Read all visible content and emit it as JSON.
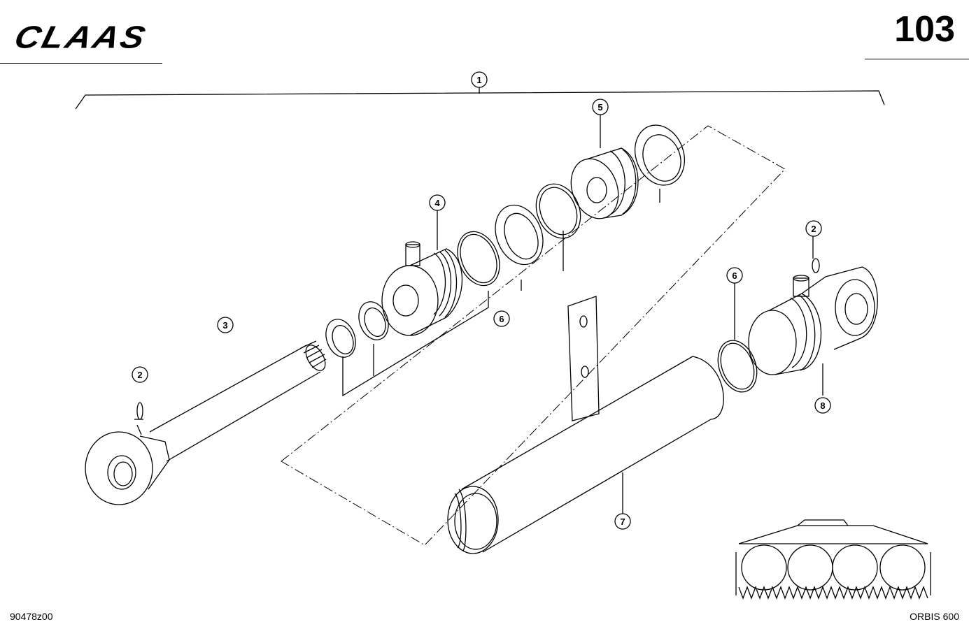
{
  "header": {
    "brand": "CLAAS",
    "page_number": "103"
  },
  "callouts": [
    "1",
    "2",
    "2",
    "3",
    "4",
    "5",
    "6",
    "6",
    "7",
    "8"
  ],
  "footer": {
    "drawing_number": "90478z00",
    "model": "ORBIS 600"
  }
}
